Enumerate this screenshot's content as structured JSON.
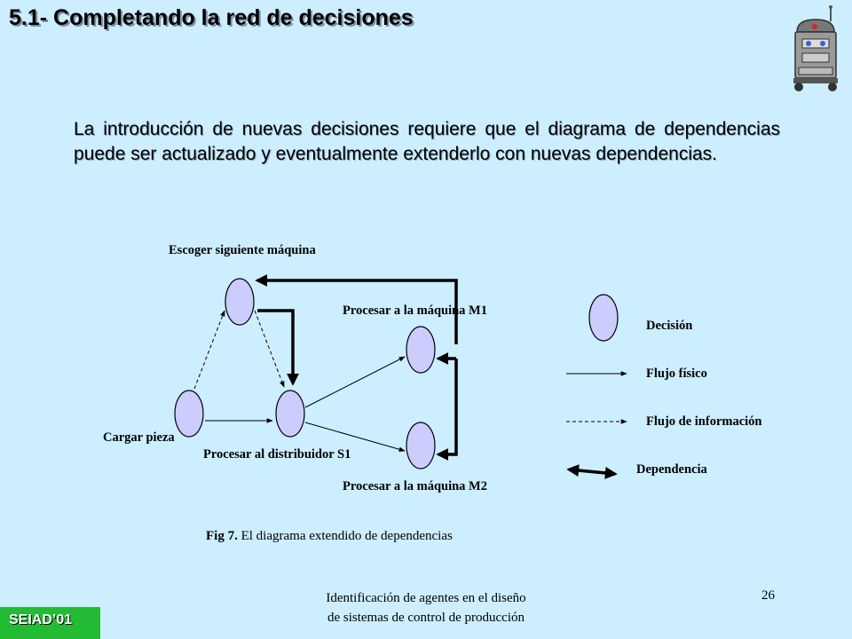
{
  "title": "5.1- Completando la red de decisiones",
  "paragraph": "La introducción de nuevas decisiones requiere que el diagrama de dependencias puede ser actualizado y eventualmente extenderlo con nuevas dependencias.",
  "diagram": {
    "nodes": {
      "escoger": "Escoger siguiente máquina",
      "cargar": "Cargar pieza",
      "distribuidor": "Procesar al distribuidor S1",
      "m1": "Procesar a la máquina M1",
      "m2": "Procesar a la máquina M2"
    },
    "legend": {
      "decision": "Decisión",
      "flujo_fisico": "Flujo físico",
      "flujo_info": "Flujo de información",
      "dependencia": "Dependencia"
    }
  },
  "caption": {
    "prefix": "Fig 7.",
    "text": " El diagrama extendido de dependencias"
  },
  "footer": {
    "line1": "Identificación de agentes en el diseño",
    "line2": "de sistemas de control de producción",
    "page": "26",
    "badge": "SEIAD’01"
  },
  "colors": {
    "background": "#cceeff",
    "node_fill": "#ccccff",
    "badge": "#22bb33"
  }
}
